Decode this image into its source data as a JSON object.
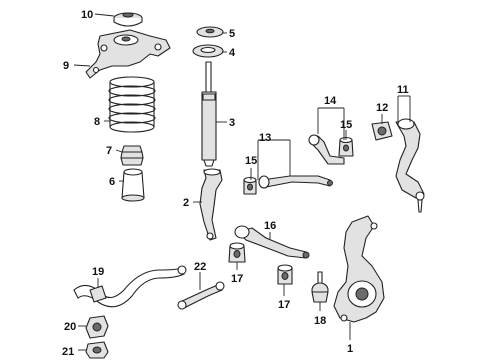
{
  "diagram": {
    "background_color": "#ffffff",
    "line_color": "#222222",
    "callouts": {
      "c1": "1",
      "c2": "2",
      "c3": "3",
      "c4": "4",
      "c5": "5",
      "c6": "6",
      "c7": "7",
      "c8": "8",
      "c9": "9",
      "c10": "10",
      "c11": "11",
      "c12": "12",
      "c13": "13",
      "c14": "14",
      "c15a": "15",
      "c15b": "15",
      "c16": "16",
      "c17a": "17",
      "c17b": "17",
      "c18": "18",
      "c19": "19",
      "c20": "20",
      "c21": "21",
      "c22": "22"
    }
  }
}
